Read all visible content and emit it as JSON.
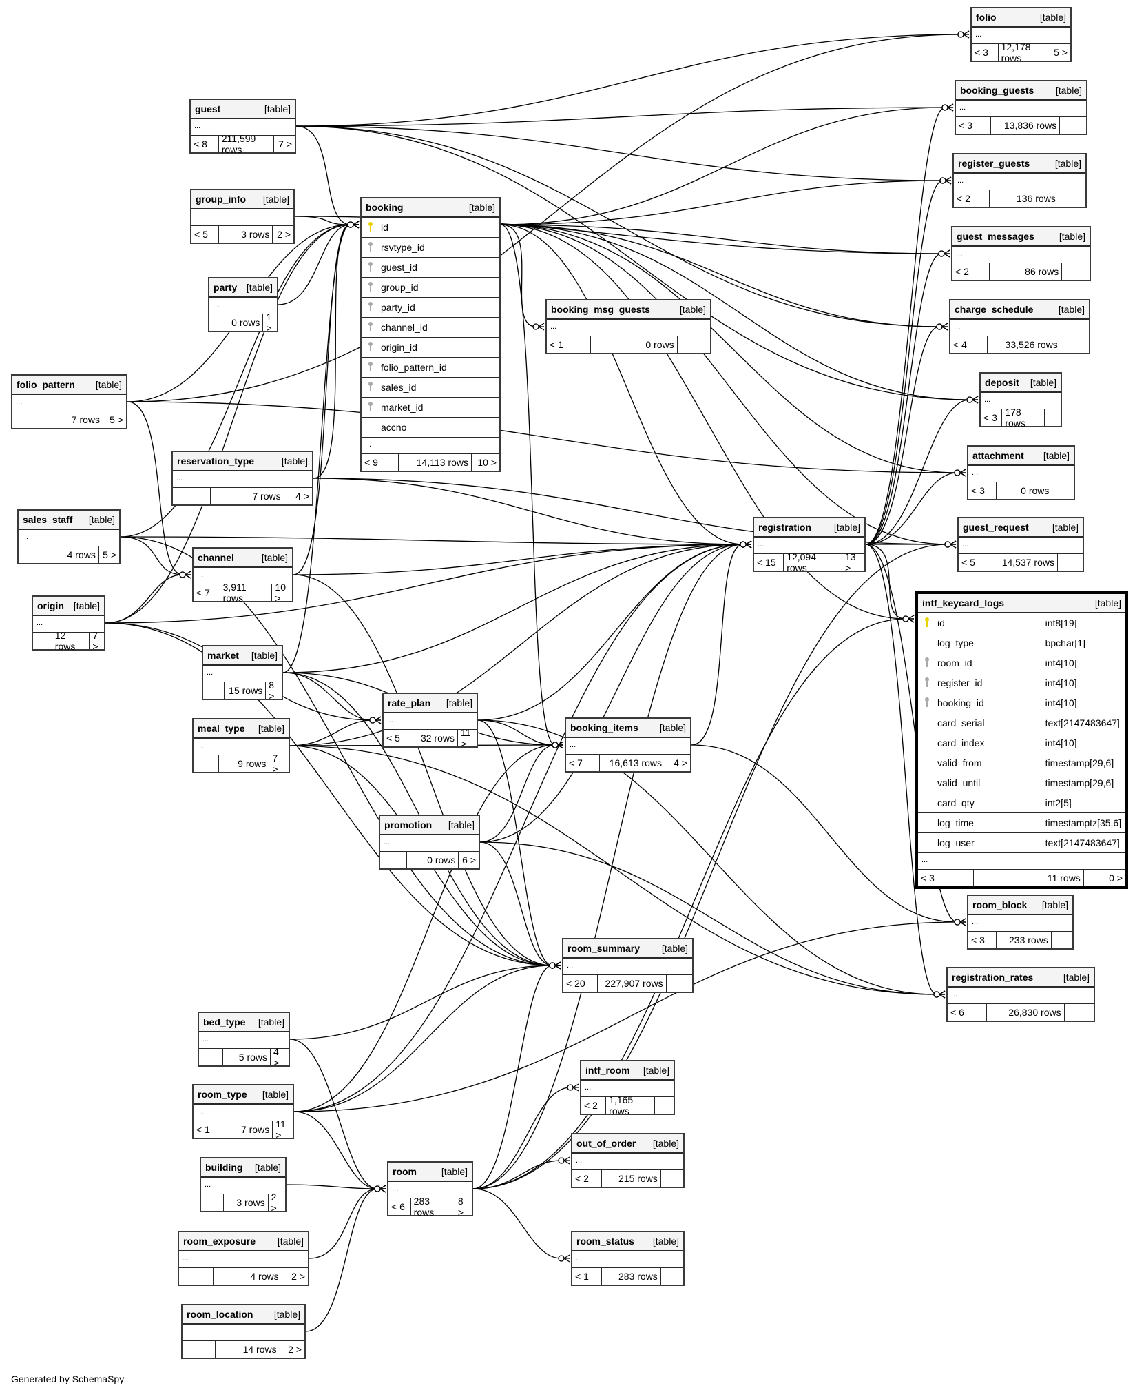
{
  "diagram": {
    "generator_note": "Generated by SchemaSpy",
    "table_kind_label": "[table]",
    "ellipsis": "...",
    "tables": [
      {
        "id": "folio",
        "name": "folio",
        "parents": "< 3",
        "rows": "12,178 rows",
        "children": "5 >"
      },
      {
        "id": "booking_guests",
        "name": "booking_guests",
        "parents": "< 3",
        "rows": "13,836 rows",
        "children": ""
      },
      {
        "id": "register_guests",
        "name": "register_guests",
        "parents": "< 2",
        "rows": "136 rows",
        "children": ""
      },
      {
        "id": "guest_messages",
        "name": "guest_messages",
        "parents": "< 2",
        "rows": "86 rows",
        "children": ""
      },
      {
        "id": "charge_schedule",
        "name": "charge_schedule",
        "parents": "< 4",
        "rows": "33,526 rows",
        "children": ""
      },
      {
        "id": "deposit",
        "name": "deposit",
        "parents": "< 3",
        "rows": "178 rows",
        "children": ""
      },
      {
        "id": "attachment",
        "name": "attachment",
        "parents": "< 3",
        "rows": "0 rows",
        "children": ""
      },
      {
        "id": "guest_request",
        "name": "guest_request",
        "parents": "< 5",
        "rows": "14,537 rows",
        "children": ""
      },
      {
        "id": "intf_keycard_logs",
        "name": "intf_keycard_logs",
        "parents": "< 3",
        "rows": "11 rows",
        "children": "0 >",
        "focus": true,
        "columns": [
          {
            "name": "id",
            "type": "int8[19]",
            "key": "pk"
          },
          {
            "name": "log_type",
            "type": "bpchar[1]",
            "key": "none"
          },
          {
            "name": "room_id",
            "type": "int4[10]",
            "key": "fk"
          },
          {
            "name": "register_id",
            "type": "int4[10]",
            "key": "fk"
          },
          {
            "name": "booking_id",
            "type": "int4[10]",
            "key": "fk"
          },
          {
            "name": "card_serial",
            "type": "text[2147483647]",
            "key": "none"
          },
          {
            "name": "card_index",
            "type": "int4[10]",
            "key": "none"
          },
          {
            "name": "valid_from",
            "type": "timestamp[29,6]",
            "key": "none"
          },
          {
            "name": "valid_until",
            "type": "timestamp[29,6]",
            "key": "none"
          },
          {
            "name": "card_qty",
            "type": "int2[5]",
            "key": "none"
          },
          {
            "name": "log_time",
            "type": "timestamptz[35,6]",
            "key": "none"
          },
          {
            "name": "log_user",
            "type": "text[2147483647]",
            "key": "none"
          }
        ]
      },
      {
        "id": "room_block",
        "name": "room_block",
        "parents": "< 3",
        "rows": "233 rows",
        "children": ""
      },
      {
        "id": "registration_rates",
        "name": "registration_rates",
        "parents": "< 6",
        "rows": "26,830 rows",
        "children": ""
      },
      {
        "id": "registration",
        "name": "registration",
        "parents": "< 15",
        "rows": "12,094 rows",
        "children": "13 >"
      },
      {
        "id": "booking",
        "name": "booking",
        "parents": "< 9",
        "rows": "14,113 rows",
        "children": "10 >",
        "columns": [
          {
            "name": "id",
            "key": "pk"
          },
          {
            "name": "rsvtype_id",
            "key": "fk"
          },
          {
            "name": "guest_id",
            "key": "fk"
          },
          {
            "name": "group_id",
            "key": "fk"
          },
          {
            "name": "party_id",
            "key": "fk"
          },
          {
            "name": "channel_id",
            "key": "fk"
          },
          {
            "name": "origin_id",
            "key": "fk"
          },
          {
            "name": "folio_pattern_id",
            "key": "fk"
          },
          {
            "name": "sales_id",
            "key": "fk"
          },
          {
            "name": "market_id",
            "key": "fk"
          },
          {
            "name": "accno",
            "key": "none"
          }
        ]
      },
      {
        "id": "booking_msg_guests",
        "name": "booking_msg_guests",
        "parents": "< 1",
        "rows": "0 rows",
        "children": ""
      },
      {
        "id": "guest",
        "name": "guest",
        "parents": "< 8",
        "rows": "211,599 rows",
        "children": "7 >"
      },
      {
        "id": "group_info",
        "name": "group_info",
        "parents": "< 5",
        "rows": "3 rows",
        "children": "2 >"
      },
      {
        "id": "party",
        "name": "party",
        "parents": "",
        "rows": "0 rows",
        "children": "1 >"
      },
      {
        "id": "folio_pattern",
        "name": "folio_pattern",
        "parents": "",
        "rows": "7 rows",
        "children": "5 >"
      },
      {
        "id": "reservation_type",
        "name": "reservation_type",
        "parents": "",
        "rows": "7 rows",
        "children": "4 >"
      },
      {
        "id": "sales_staff",
        "name": "sales_staff",
        "parents": "",
        "rows": "4 rows",
        "children": "5 >"
      },
      {
        "id": "channel",
        "name": "channel",
        "parents": "< 7",
        "rows": "3,911 rows",
        "children": "10 >"
      },
      {
        "id": "origin",
        "name": "origin",
        "parents": "",
        "rows": "12 rows",
        "children": "7 >"
      },
      {
        "id": "market",
        "name": "market",
        "parents": "",
        "rows": "15 rows",
        "children": "8 >"
      },
      {
        "id": "meal_type",
        "name": "meal_type",
        "parents": "",
        "rows": "9 rows",
        "children": "7 >"
      },
      {
        "id": "rate_plan",
        "name": "rate_plan",
        "parents": "< 5",
        "rows": "32 rows",
        "children": "11 >"
      },
      {
        "id": "booking_items",
        "name": "booking_items",
        "parents": "< 7",
        "rows": "16,613 rows",
        "children": "4 >"
      },
      {
        "id": "promotion",
        "name": "promotion",
        "parents": "",
        "rows": "0 rows",
        "children": "6 >"
      },
      {
        "id": "room_summary",
        "name": "room_summary",
        "parents": "< 20",
        "rows": "227,907 rows",
        "children": ""
      },
      {
        "id": "bed_type",
        "name": "bed_type",
        "parents": "",
        "rows": "5 rows",
        "children": "4 >"
      },
      {
        "id": "room_type",
        "name": "room_type",
        "parents": "< 1",
        "rows": "7 rows",
        "children": "11 >"
      },
      {
        "id": "building",
        "name": "building",
        "parents": "",
        "rows": "3 rows",
        "children": "2 >"
      },
      {
        "id": "room",
        "name": "room",
        "parents": "< 6",
        "rows": "283 rows",
        "children": "8 >"
      },
      {
        "id": "intf_room",
        "name": "intf_room",
        "parents": "< 2",
        "rows": "1,165 rows",
        "children": ""
      },
      {
        "id": "out_of_order",
        "name": "out_of_order",
        "parents": "< 2",
        "rows": "215 rows",
        "children": ""
      },
      {
        "id": "room_status",
        "name": "room_status",
        "parents": "< 1",
        "rows": "283 rows",
        "children": ""
      },
      {
        "id": "room_exposure",
        "name": "room_exposure",
        "parents": "",
        "rows": "4 rows",
        "children": "2 >"
      },
      {
        "id": "room_location",
        "name": "room_location",
        "parents": "",
        "rows": "14 rows",
        "children": "2 >"
      }
    ],
    "relationships": [
      [
        "folio_pattern",
        "folio"
      ],
      [
        "guest",
        "folio"
      ],
      [
        "guest",
        "booking_guests"
      ],
      [
        "booking",
        "booking_guests"
      ],
      [
        "registration",
        "booking_guests"
      ],
      [
        "guest",
        "register_guests"
      ],
      [
        "booking",
        "register_guests"
      ],
      [
        "registration",
        "register_guests"
      ],
      [
        "group_info",
        "guest_messages"
      ],
      [
        "booking",
        "guest_messages"
      ],
      [
        "registration",
        "guest_messages"
      ],
      [
        "booking",
        "charge_schedule"
      ],
      [
        "registration",
        "charge_schedule"
      ],
      [
        "guest",
        "charge_schedule"
      ],
      [
        "booking",
        "deposit"
      ],
      [
        "registration",
        "deposit"
      ],
      [
        "guest",
        "deposit"
      ],
      [
        "booking",
        "attachment"
      ],
      [
        "registration",
        "attachment"
      ],
      [
        "folio_pattern",
        "attachment"
      ],
      [
        "registration",
        "guest_request"
      ],
      [
        "booking",
        "guest_request"
      ],
      [
        "reservation_type",
        "guest_request"
      ],
      [
        "room",
        "guest_request"
      ],
      [
        "room",
        "intf_keycard_logs"
      ],
      [
        "registration",
        "intf_keycard_logs"
      ],
      [
        "booking",
        "intf_keycard_logs"
      ],
      [
        "room_type",
        "room_block"
      ],
      [
        "registration",
        "room_block"
      ],
      [
        "booking_items",
        "room_block"
      ],
      [
        "registration",
        "registration_rates"
      ],
      [
        "rate_plan",
        "registration_rates"
      ],
      [
        "promotion",
        "registration_rates"
      ],
      [
        "meal_type",
        "registration_rates"
      ],
      [
        "reservation_type",
        "booking"
      ],
      [
        "guest",
        "booking"
      ],
      [
        "group_info",
        "booking"
      ],
      [
        "party",
        "booking"
      ],
      [
        "channel",
        "booking"
      ],
      [
        "origin",
        "booking"
      ],
      [
        "folio_pattern",
        "booking"
      ],
      [
        "sales_staff",
        "booking"
      ],
      [
        "market",
        "booking"
      ],
      [
        "booking",
        "booking_msg_guests"
      ],
      [
        "booking",
        "registration"
      ],
      [
        "reservation_type",
        "registration"
      ],
      [
        "sales_staff",
        "registration"
      ],
      [
        "channel",
        "registration"
      ],
      [
        "origin",
        "registration"
      ],
      [
        "market",
        "registration"
      ],
      [
        "meal_type",
        "registration"
      ],
      [
        "rate_plan",
        "registration"
      ],
      [
        "room_type",
        "registration"
      ],
      [
        "room",
        "registration"
      ],
      [
        "promotion",
        "registration"
      ],
      [
        "booking_items",
        "registration"
      ],
      [
        "folio_pattern",
        "channel"
      ],
      [
        "sales_staff",
        "channel"
      ],
      [
        "origin",
        "channel"
      ],
      [
        "market",
        "rate_plan"
      ],
      [
        "meal_type",
        "rate_plan"
      ],
      [
        "origin",
        "rate_plan"
      ],
      [
        "booking",
        "booking_items"
      ],
      [
        "rate_plan",
        "booking_items"
      ],
      [
        "room_type",
        "booking_items"
      ],
      [
        "meal_type",
        "booking_items"
      ],
      [
        "market",
        "booking_items"
      ],
      [
        "promotion",
        "booking_items"
      ],
      [
        "room",
        "room_summary"
      ],
      [
        "room_type",
        "room_summary"
      ],
      [
        "bed_type",
        "room_summary"
      ],
      [
        "channel",
        "room_summary"
      ],
      [
        "market",
        "room_summary"
      ],
      [
        "rate_plan",
        "room_summary"
      ],
      [
        "origin",
        "room_summary"
      ],
      [
        "sales_staff",
        "room_summary"
      ],
      [
        "promotion",
        "room_summary"
      ],
      [
        "meal_type",
        "room_summary"
      ],
      [
        "room_type",
        "room"
      ],
      [
        "bed_type",
        "room"
      ],
      [
        "building",
        "room"
      ],
      [
        "room_exposure",
        "room"
      ],
      [
        "room_location",
        "room"
      ],
      [
        "room",
        "intf_room"
      ],
      [
        "room",
        "out_of_order"
      ],
      [
        "room",
        "room_status"
      ]
    ]
  }
}
